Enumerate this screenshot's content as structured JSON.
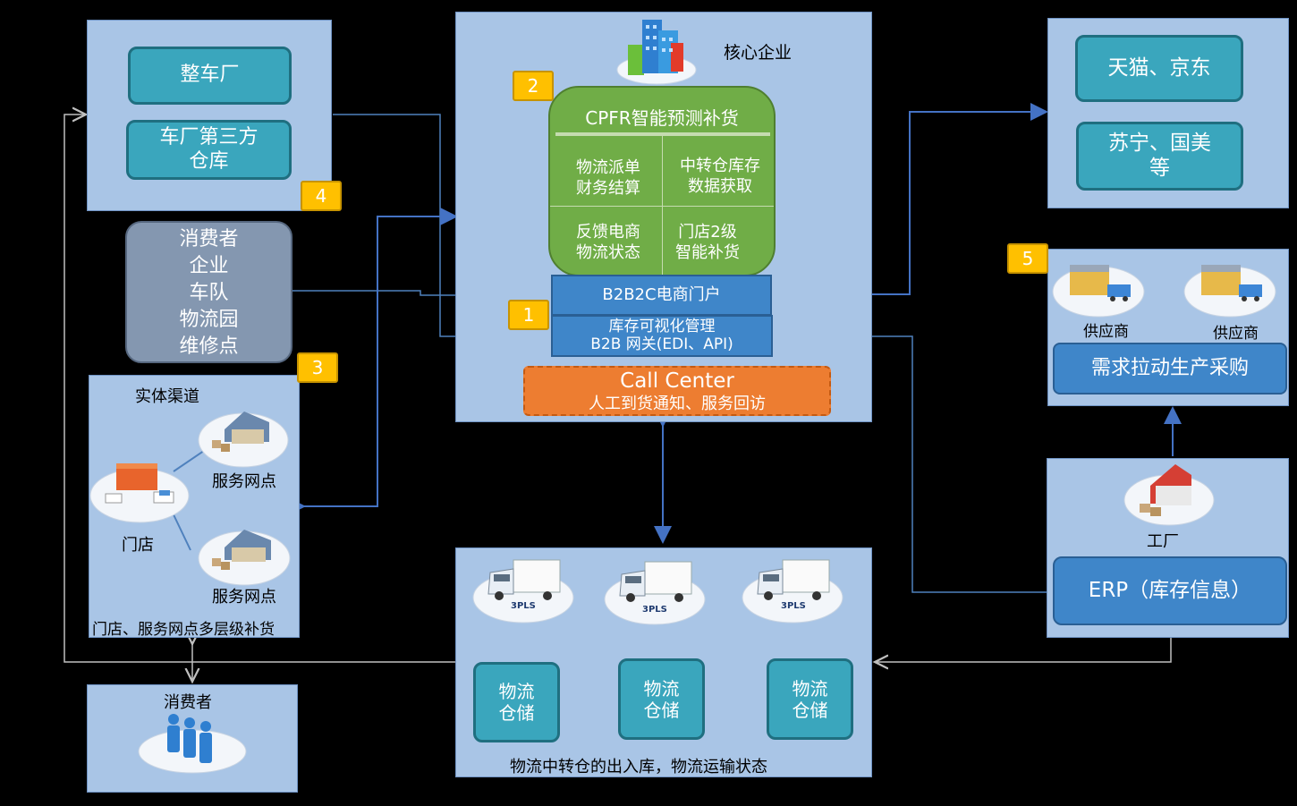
{
  "core": {
    "title": "核心企业",
    "cpfr_title": "CPFR智能预测补货",
    "cpfr_cells": [
      "物流派单\n财务结算",
      "中转仓库存\n数据获取",
      "反馈电商\n物流状态",
      "门店2级\n智能补货"
    ],
    "b2b2c": "B2B2C电商门户",
    "b2b_line1": "库存可视化管理",
    "b2b_line2": "B2B 网关(EDI、API)",
    "call_title": "Call Center",
    "call_sub": "人工到货通知、服务回访"
  },
  "oem": {
    "box1": "整车厂",
    "box2": "车厂第三方\n仓库"
  },
  "customers": {
    "text": "消费者\n企业\n车队\n物流园\n维修点"
  },
  "channel": {
    "title": "实体渠道",
    "node_a": "服务网点",
    "node_b": "服务网点",
    "store": "门店",
    "footer": "门店、服务网点多层级补货"
  },
  "consumer": {
    "title": "消费者"
  },
  "ecommerce": {
    "box1": "天猫、京东",
    "box2": "苏宁、国美\n等"
  },
  "suppliers": {
    "s1": "供应商",
    "s2": "供应商",
    "action": "需求拉动生产采购"
  },
  "factory": {
    "label": "工厂",
    "erp": "ERP（库存信息）"
  },
  "logistics": {
    "truck_label": "3PLS",
    "wh1": "物流\n仓储",
    "wh2": "物流\n仓储",
    "wh3": "物流\n仓储",
    "footer": "物流中转仓的出入库，物流运输状态"
  },
  "badges": [
    "1",
    "2",
    "3",
    "4",
    "5"
  ],
  "colors": {
    "panel": "#a9c5e6",
    "teal": "#3aa6bd",
    "green": "#70ad47",
    "orange": "#ed7d31",
    "badge": "#ffc000",
    "customer_box": "#8497b0"
  }
}
